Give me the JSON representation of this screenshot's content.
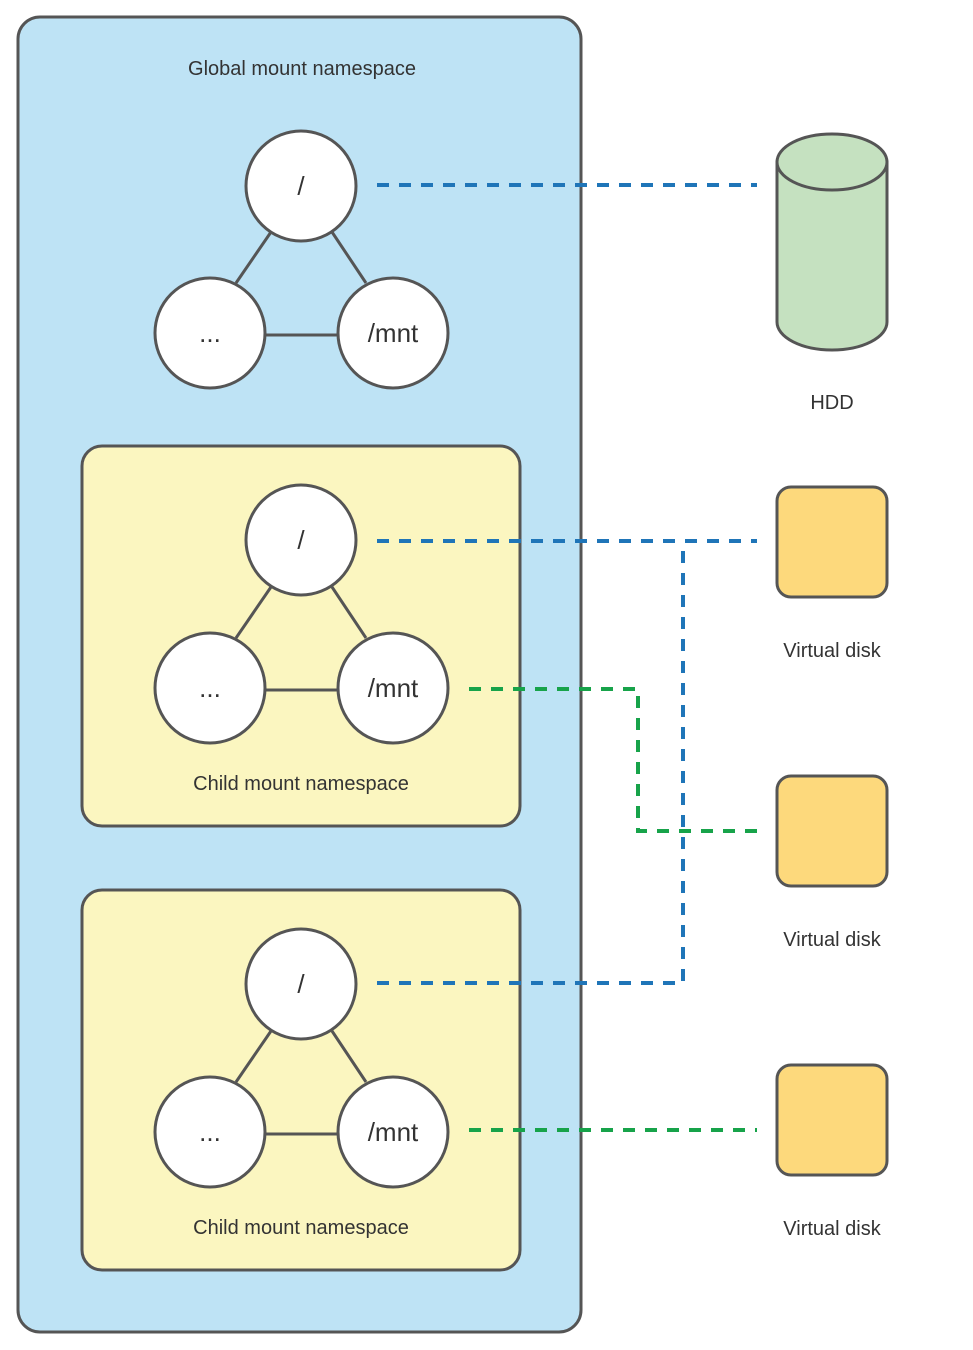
{
  "global_namespace": {
    "label": "Global mount namespace",
    "color": "#bee3f5",
    "nodes": {
      "root": "/",
      "other": "...",
      "mnt": "/mnt"
    }
  },
  "child_namespaces": [
    {
      "label": "Child mount namespace",
      "color": "#fbf6c0",
      "nodes": {
        "root": "/",
        "other": "...",
        "mnt": "/mnt"
      }
    },
    {
      "label": "Child mount namespace",
      "color": "#fbf6c0",
      "nodes": {
        "root": "/",
        "other": "...",
        "mnt": "/mnt"
      }
    }
  ],
  "storage": {
    "hdd": {
      "label": "HDD",
      "color": "#c5e1c0"
    },
    "virtual_disks": [
      {
        "label": "Virtual disk",
        "color": "#fdd97c"
      },
      {
        "label": "Virtual disk",
        "color": "#fdd97c"
      },
      {
        "label": "Virtual disk",
        "color": "#fdd97c"
      }
    ]
  },
  "link_colors": {
    "root": "#1f75b8",
    "mnt": "#17a34a"
  }
}
